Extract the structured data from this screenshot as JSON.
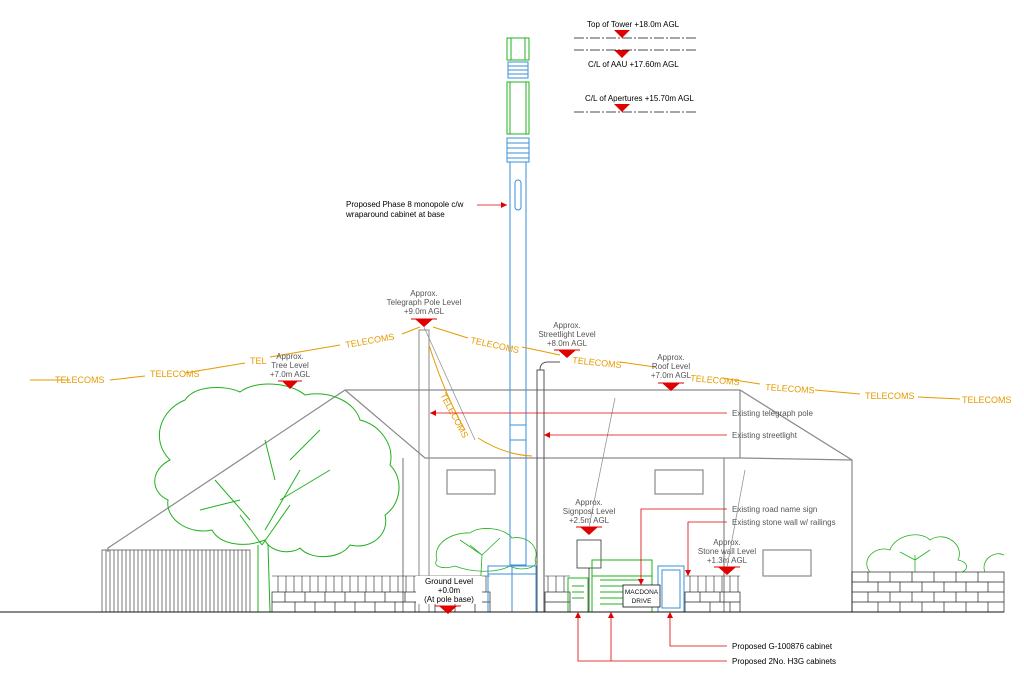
{
  "levels": {
    "top_of_tower": "Top of Tower +18.0m AGL",
    "cl_aau": "C/L of AAU +17.60m AGL",
    "cl_apertures": "C/L of Apertures +15.70m AGL"
  },
  "monopole": {
    "line1": "Proposed Phase 8 monopole c/w",
    "line2": "wraparound cabinet at base"
  },
  "telecoms_label": "TELECOMS",
  "tel_partial": "TEL",
  "markers": {
    "telegraph": {
      "l1": "Approx.",
      "l2": "Telegraph Pole Level",
      "l3": "+9.0m AGL"
    },
    "tree": {
      "l1": "Approx.",
      "l2": "Tree Level",
      "l3": "+7.0m AGL"
    },
    "streetlight": {
      "l1": "Approx.",
      "l2": "Streetlight Level",
      "l3": "+8.0m AGL"
    },
    "roof": {
      "l1": "Approx.",
      "l2": "Roof Level",
      "l3": "+7.0m AGL"
    },
    "signpost": {
      "l1": "Approx.",
      "l2": "Signpost Level",
      "l3": "+2.5m AGL"
    },
    "stonewall": {
      "l1": "Approx.",
      "l2": "Stone wall Level",
      "l3": "+1.3m AGL"
    },
    "ground": {
      "l1": "Ground Level",
      "l2": "+0.0m",
      "l3": "(At pole base)"
    }
  },
  "callouts": {
    "telegraph_pole": "Existing telegraph pole",
    "streetlight": "Existing streetlight",
    "road_sign": "Existing road name sign",
    "stone_wall": "Existing stone wall w/ railings",
    "g_cabinet": "Proposed G-100876 cabinet",
    "h3g": "Proposed 2No. H3G cabinets"
  },
  "road_sign": {
    "line1": "MACDONA",
    "line2": "DRIVE"
  },
  "colors": {
    "marker": "#e00000",
    "telecoms": "#e69a00",
    "proposed_equipment": "#22b01e",
    "monopole": "#3a8fd9",
    "existing": "#8a8a8a"
  }
}
